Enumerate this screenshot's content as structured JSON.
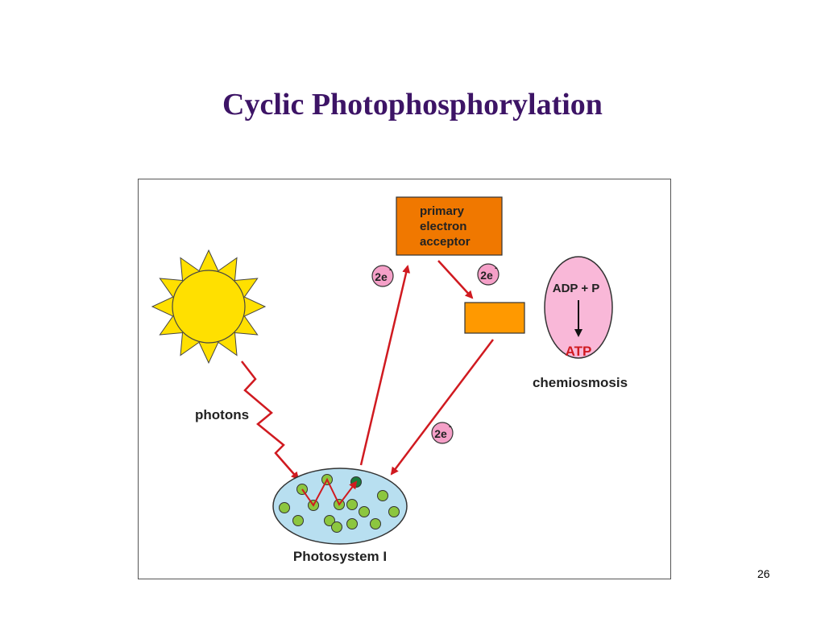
{
  "slide": {
    "title": "Cyclic Photophosphorylation",
    "page_number": "26"
  },
  "diagram": {
    "primary_acceptor_lines": [
      "primary",
      "electron",
      "acceptor"
    ],
    "electron_label": "2e",
    "electron_superscript": "-",
    "photons_label": "photons",
    "photosystem_label": "Photosystem I",
    "adp_label": "ADP + P",
    "atp_label": "ATP",
    "chemiosmosis_label": "chemiosmosis",
    "colors": {
      "title": "#3d1466",
      "acceptor_box": "#f07800",
      "carrier_box": "#ff9900",
      "arrow": "#d01a20",
      "sun": "#ffe000",
      "photosystem": "#b8dff0",
      "pigment": "#8cc63f",
      "excited_pigment": "#1a7a3a",
      "electron_badge": "#f5a0c8",
      "chemiosmosis_oval": "#f9b8d8",
      "atp_text": "#d01a20"
    },
    "icons": [
      "sun-icon",
      "lightning-arrow-icon",
      "electron-badge-icon"
    ]
  }
}
